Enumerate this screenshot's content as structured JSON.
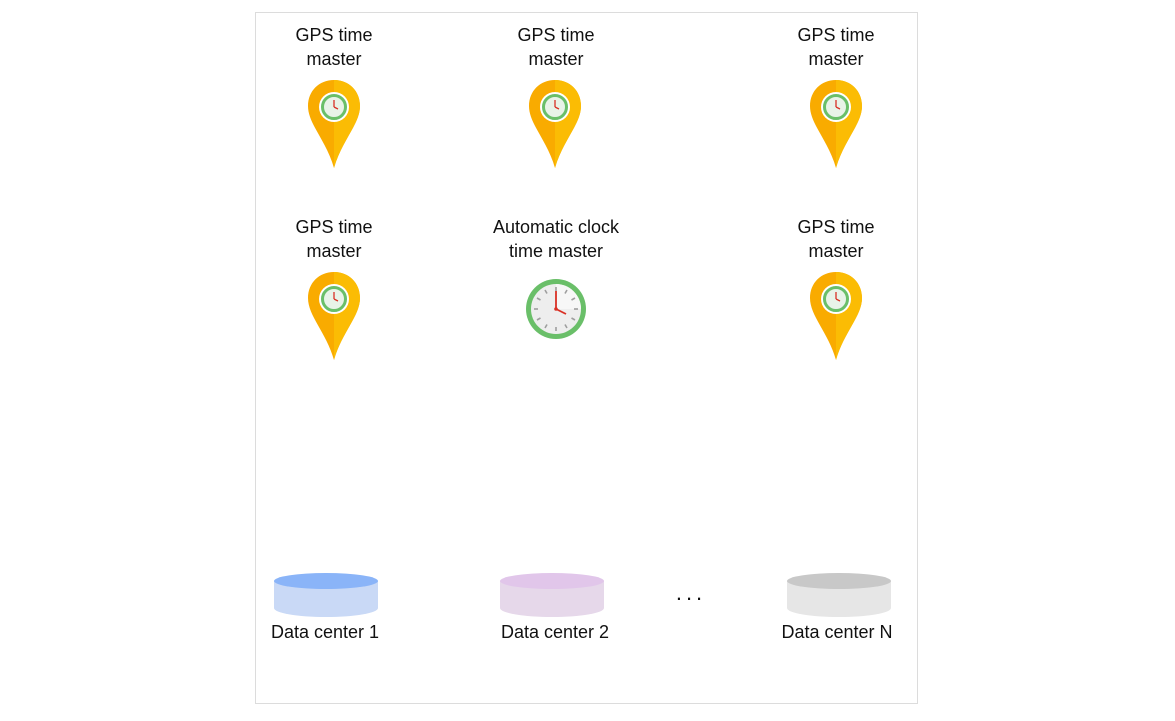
{
  "masters": [
    {
      "line1": "GPS time",
      "line2": "master",
      "icon": "gps-pin-icon"
    },
    {
      "line1": "GPS time",
      "line2": "master",
      "icon": "gps-pin-icon"
    },
    {
      "line1": "GPS time",
      "line2": "master",
      "icon": "gps-pin-icon"
    },
    {
      "line1": "GPS time",
      "line2": "master",
      "icon": "gps-pin-icon"
    },
    {
      "line1": "Automatic clock",
      "line2": "time master",
      "icon": "clock-icon"
    },
    {
      "line1": "GPS time",
      "line2": "master",
      "icon": "gps-pin-icon"
    }
  ],
  "datacenters": [
    {
      "label": "Data center 1",
      "top_color": "#8ab4f8",
      "body_color": "#c9d9f6"
    },
    {
      "label": "Data center 2",
      "top_color": "#e1c6ea",
      "body_color": "#e6d8ea"
    },
    {
      "label": "Data center N",
      "top_color": "#c8c8c8",
      "body_color": "#e6e6e6"
    }
  ],
  "ellipsis": "...",
  "colors": {
    "pin": "#f9ab00",
    "pin_shade": "#fbbc04",
    "clock_ring": "#6abf69"
  }
}
